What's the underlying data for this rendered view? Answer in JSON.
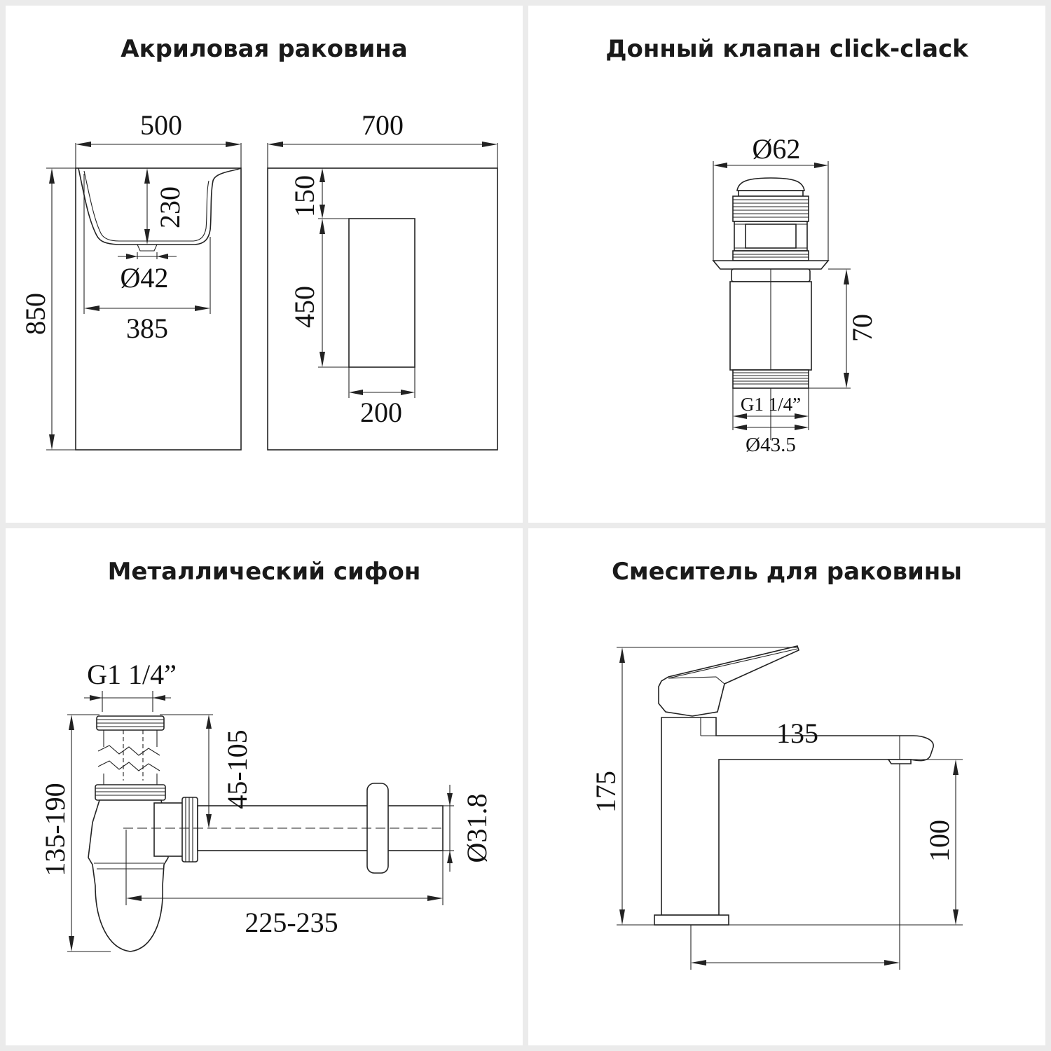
{
  "panels": {
    "sink": {
      "title": "Акриловая раковина",
      "dims": {
        "width_front": "500",
        "width_side": "700",
        "height": "850",
        "bowl_depth": "230",
        "drain": "Ø42",
        "bowl_width": "385",
        "top_offset": "150",
        "niche_height": "450",
        "niche_width": "200"
      }
    },
    "valve": {
      "title": "Донный клапан click-clack",
      "dims": {
        "cap": "Ø62",
        "height": "70",
        "thread": "G1 1/4”",
        "diameter": "Ø43.5"
      }
    },
    "siphon": {
      "title": "Металлический сифон",
      "dims": {
        "thread": "G1 1/4”",
        "inlet_height": "45-105",
        "total_height": "135-190",
        "pipe_diameter": "Ø31.8",
        "length": "225-235"
      }
    },
    "faucet": {
      "title": "Смеситель для раковины",
      "dims": {
        "height": "175",
        "spout_height": "100",
        "reach": "135"
      }
    }
  }
}
